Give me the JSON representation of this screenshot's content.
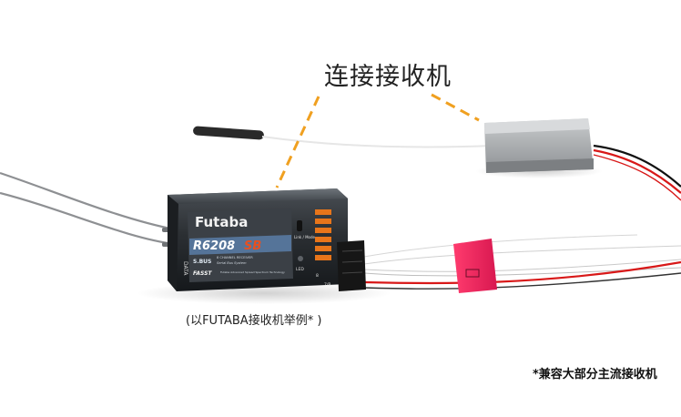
{
  "callout": "连接接收机",
  "example_note": "(以FUTABA接收机举例* )",
  "compat_note": "*兼容大部分主流接收机",
  "receiver": {
    "brand": "Futaba",
    "model": "R6208",
    "model_suffix": "SB",
    "sbus_mark": "S.BUS",
    "channel_text": "8 CHANNEL RECEIVER",
    "system_text": "Serial Bus System",
    "fasst_mark": "FASST",
    "fasst_text": "Futaba Advanced Spread Spectrum Technology",
    "link_mode_label": "Link / Mode",
    "led_label": "LED",
    "data_label": "DATA",
    "port_label": "7/B",
    "port_number": "8"
  },
  "colors": {
    "accent": "#f0a020",
    "tag": "#e8205a",
    "wire_red": "#d81818",
    "model_suffix": "#e85020"
  }
}
